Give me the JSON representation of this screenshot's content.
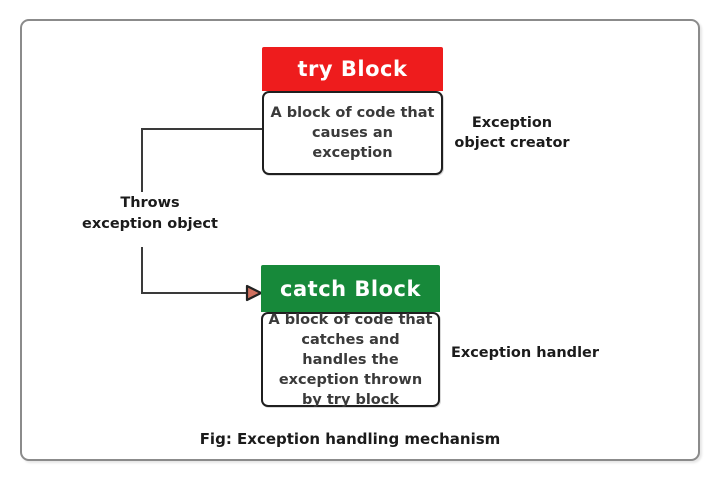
{
  "diagram": {
    "caption": "Fig: Exception handling mechanism",
    "try_block": {
      "title": "try Block",
      "description": "A block of code that causes an exception",
      "side_label": "Exception object creator",
      "header_color": "#ee1c1d"
    },
    "catch_block": {
      "title": "catch Block",
      "description": "A block of code that catches and handles the exception thrown by try block",
      "side_label": "Exception handler",
      "header_color": "#17893a"
    },
    "connector": {
      "label": "Throws exception object",
      "line_color": "#3a3a3a",
      "arrowhead_fill": "#d0705f",
      "arrowhead_stroke": "#222222"
    },
    "frame": {
      "border_color": "#8b8b8b",
      "background_color": "#ffffff"
    }
  }
}
